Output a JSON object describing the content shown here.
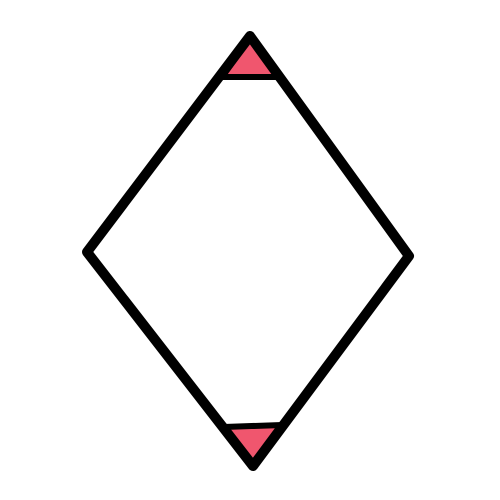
{
  "diagram": {
    "shape": "rhombus",
    "colors": {
      "background": "#ffffff",
      "outline": "#000000",
      "angle_marker_fill": "#f0566e"
    },
    "angle_markers": [
      {
        "vertex": "top"
      },
      {
        "vertex": "bottom"
      }
    ]
  }
}
